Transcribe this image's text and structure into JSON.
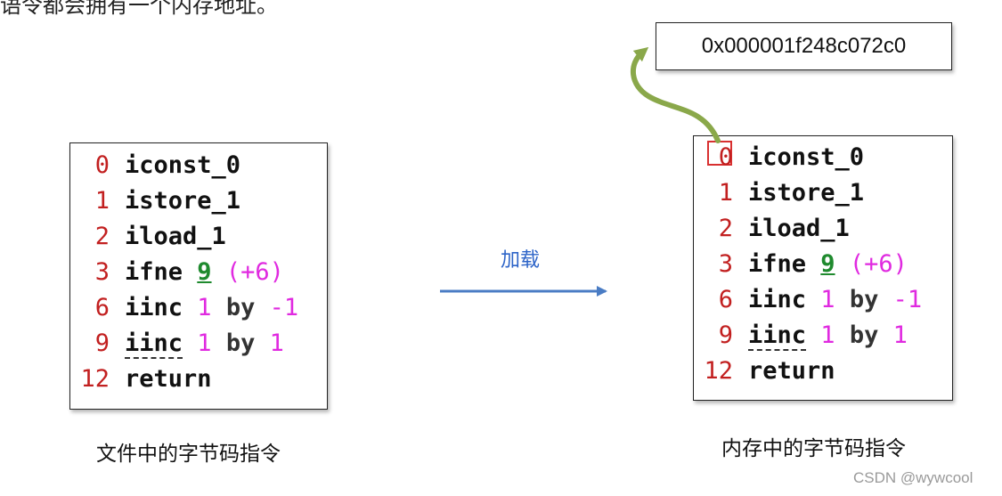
{
  "top_text": "语令都会拥有一个内存地址。",
  "left_box": {
    "caption": "文件中的字节码指令",
    "lines": [
      {
        "n": "0",
        "op": "iconst_0"
      },
      {
        "n": "1",
        "op": "istore_1"
      },
      {
        "n": "2",
        "op": "iload_1"
      },
      {
        "n": "3",
        "op": "ifne",
        "target": "9",
        "extra": "(+6)"
      },
      {
        "n": "6",
        "op": "iinc",
        "a": "1",
        "by": "by",
        "b": "-1"
      },
      {
        "n": "9",
        "op": "iinc",
        "a": "1",
        "by": "by",
        "b": "1"
      },
      {
        "n": "12",
        "op": "return"
      }
    ]
  },
  "right_box": {
    "caption": "内存中的字节码指令",
    "lines": [
      {
        "n": "0",
        "op": "iconst_0"
      },
      {
        "n": "1",
        "op": "istore_1"
      },
      {
        "n": "2",
        "op": "iload_1"
      },
      {
        "n": "3",
        "op": "ifne",
        "target": "9",
        "extra": "(+6)"
      },
      {
        "n": "6",
        "op": "iinc",
        "a": "1",
        "by": "by",
        "b": "-1"
      },
      {
        "n": "9",
        "op": "iinc",
        "a": "1",
        "by": "by",
        "b": "1"
      },
      {
        "n": "12",
        "op": "return"
      }
    ]
  },
  "arrow_label": "加载",
  "address": "0x000001f248c072c0",
  "watermark": "CSDN @wywcool",
  "colors": {
    "line_number": "#c22020",
    "jump_target": "#1f8a2e",
    "operand": "#e02ae0",
    "load_arrow": "#4a7cc4",
    "pointer_arrow": "#8aa84a",
    "pc_highlight": "#d83030"
  }
}
